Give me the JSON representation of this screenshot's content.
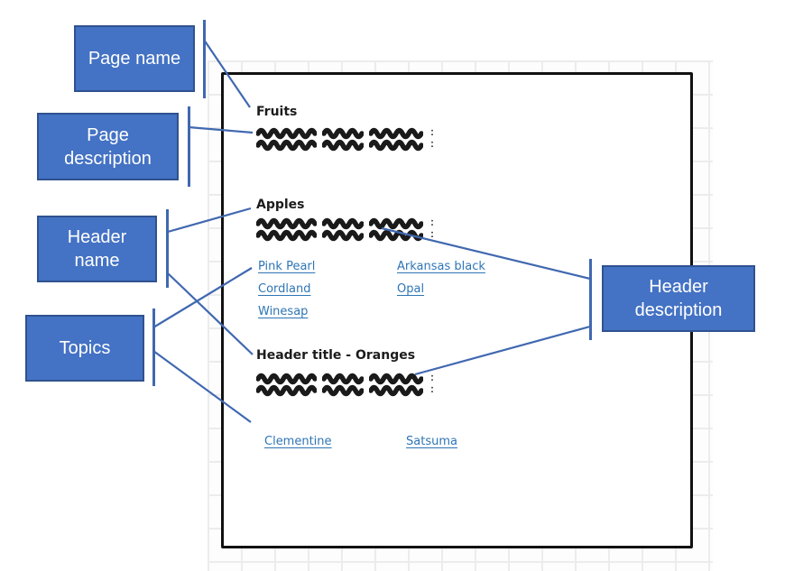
{
  "callouts": {
    "page_name": {
      "label": "Page name"
    },
    "page_description": {
      "label": "Page description"
    },
    "header_name": {
      "label": "Header name"
    },
    "topics": {
      "label": "Topics"
    },
    "header_description": {
      "label": "Header description"
    }
  },
  "wireframe": {
    "page_title": "Fruits",
    "placeholder_suffix": ":",
    "apples": {
      "heading": "Apples",
      "col1": [
        "Pink Pearl",
        "Cordland",
        "Winesap"
      ],
      "col2": [
        "Arkansas black",
        "Opal"
      ]
    },
    "oranges": {
      "heading": "Header title - Oranges",
      "col1": [
        "Clementine"
      ],
      "col2": [
        "Satsuma"
      ]
    }
  },
  "icons": {
    "scribble": "handwritten-placeholder-text"
  },
  "colors": {
    "callout_fill": "#4472C4",
    "callout_border": "#2F528F",
    "connector": "#4068B0",
    "link": "#2E75B6",
    "sketch_text": "#1C1C1C",
    "page_border": "#111111",
    "grid_line": "#ECECEC"
  }
}
